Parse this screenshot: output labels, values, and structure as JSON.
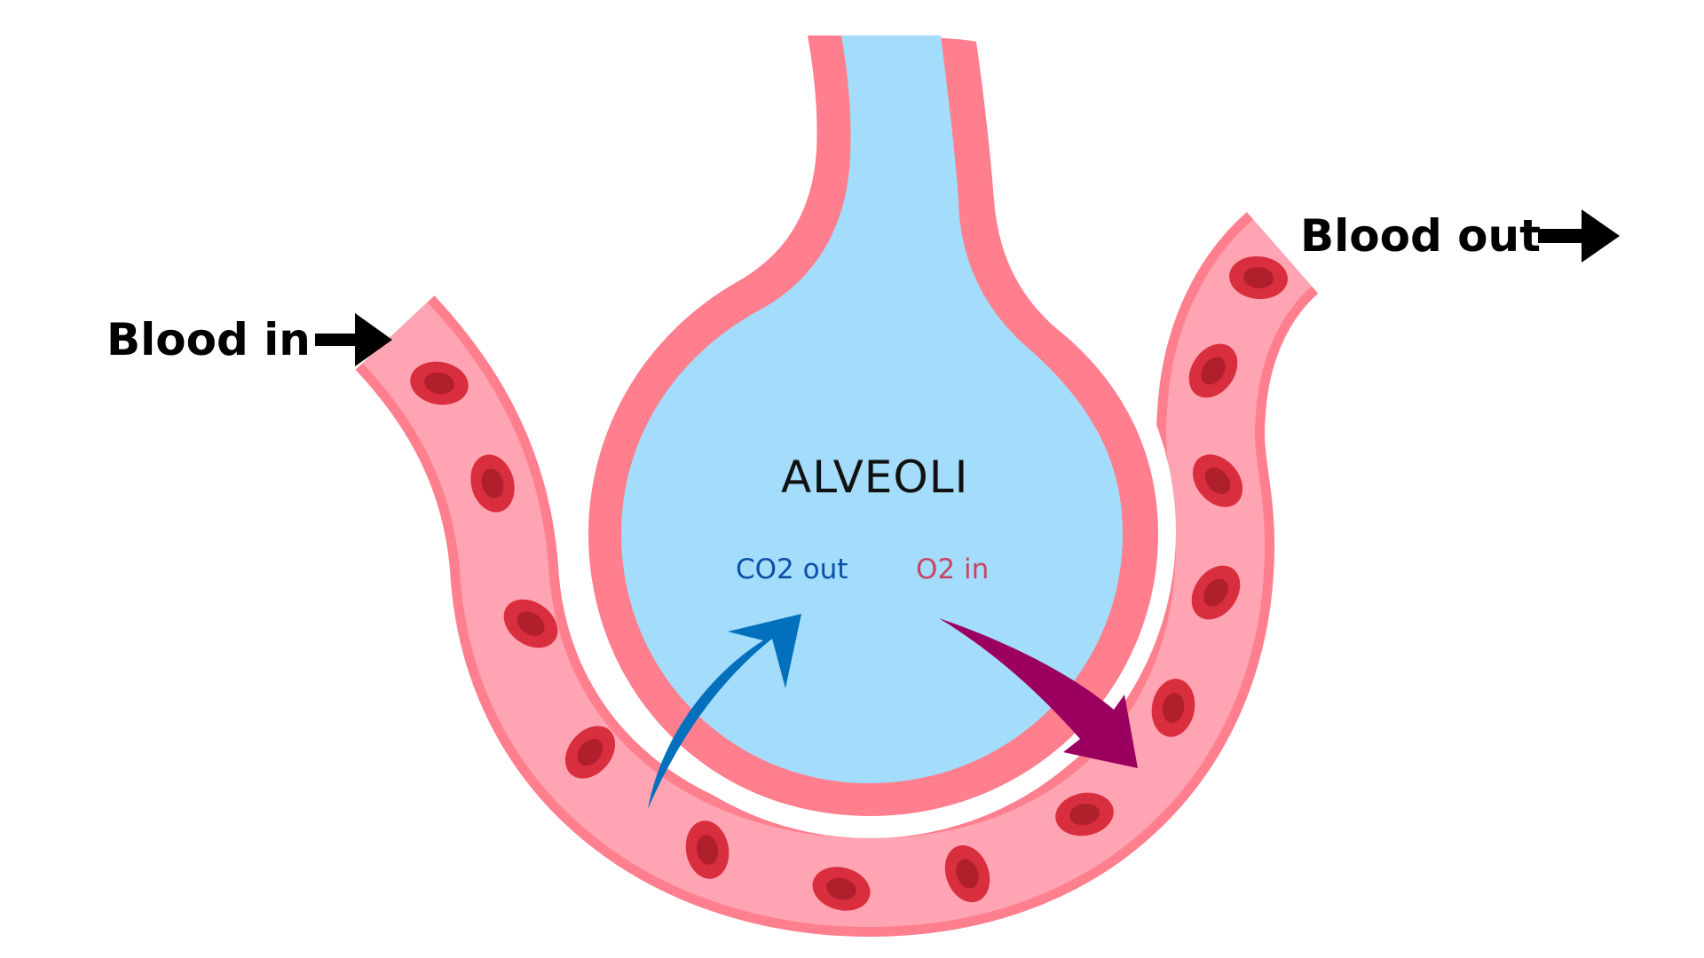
{
  "labels": {
    "blood_in": "Blood in",
    "blood_out": "Blood out",
    "alveoli": "ALVEOLI",
    "co2_out": "CO2 out",
    "o2_in": "O2 in"
  },
  "colors": {
    "vessel_wall": "#ff7f8e",
    "vessel_lumen": "#ffa4b2",
    "alveolus_fill": "#a3ddfb",
    "alveolus_wall": "#ff7f8e",
    "blood_cell": "#d92e3e",
    "blood_cell_center": "#b01f2c",
    "co2_arrow": "#0270bd",
    "o2_arrow": "#9b0060",
    "co2_text": "#0b4fa8",
    "o2_text": "#c94463",
    "flow_arrow": "#000000"
  },
  "icons": {
    "flow_in": "arrow-right-icon",
    "flow_out": "arrow-right-icon",
    "cell": "red-blood-cell-icon"
  }
}
